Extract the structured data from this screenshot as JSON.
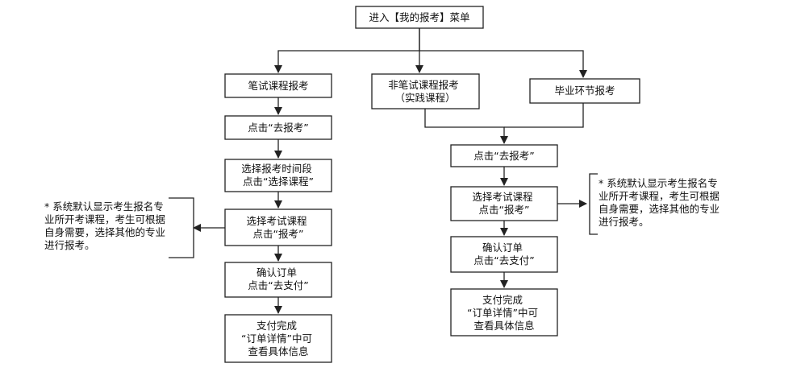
{
  "chart_data": {
    "nodes": [
      {
        "id": "start",
        "lines": [
          "进入【我的报考】菜单"
        ]
      },
      {
        "id": "written",
        "lines": [
          "笔试课程报考"
        ]
      },
      {
        "id": "practice",
        "lines": [
          "非笔试课程报考",
          "（实践课程）"
        ]
      },
      {
        "id": "grad",
        "lines": [
          "毕业环节报考"
        ]
      },
      {
        "id": "l1",
        "lines": [
          "点击“去报考”"
        ]
      },
      {
        "id": "l2",
        "lines": [
          "选择报考时间段",
          "点击“选择课程”"
        ]
      },
      {
        "id": "l3",
        "lines": [
          "选择考试课程",
          "点击“报考”"
        ]
      },
      {
        "id": "l4",
        "lines": [
          "确认订单",
          "点击“去支付”"
        ]
      },
      {
        "id": "l5",
        "lines": [
          "支付完成",
          "“订单详情”中可",
          "查看具体信息"
        ]
      },
      {
        "id": "r1",
        "lines": [
          "点击“去报考”"
        ]
      },
      {
        "id": "r2",
        "lines": [
          "选择考试课程",
          "点击“报考”"
        ]
      },
      {
        "id": "r3",
        "lines": [
          "确认订单",
          "点击“去支付”"
        ]
      },
      {
        "id": "r4",
        "lines": [
          "支付完成",
          "“订单详情”中可",
          "查看具体信息"
        ]
      }
    ],
    "edges": [
      {
        "from": "start",
        "to": "written"
      },
      {
        "from": "start",
        "to": "practice"
      },
      {
        "from": "start",
        "to": "grad"
      },
      {
        "from": "written",
        "to": "l1"
      },
      {
        "from": "l1",
        "to": "l2"
      },
      {
        "from": "l2",
        "to": "l3"
      },
      {
        "from": "l3",
        "to": "l4"
      },
      {
        "from": "l4",
        "to": "l5"
      },
      {
        "from": "practice",
        "to": "r1"
      },
      {
        "from": "grad",
        "to": "r1"
      },
      {
        "from": "r1",
        "to": "r2"
      },
      {
        "from": "r2",
        "to": "r3"
      },
      {
        "from": "r3",
        "to": "r4"
      },
      {
        "from": "l3",
        "to": "note-left"
      },
      {
        "from": "r2",
        "to": "note-right"
      }
    ],
    "notes": [
      {
        "id": "note-left",
        "lines": [
          "* 系统默认显示考生报名专",
          "业所开考课程，考生可根据",
          "自身需要，选择其他的专业",
          "进行报考。"
        ]
      },
      {
        "id": "note-right",
        "lines": [
          "* 系统默认显示考生报名专",
          "业所开考课程，考生可根据",
          "自身需要，选择其他的专业",
          "进行报考。"
        ]
      }
    ]
  }
}
